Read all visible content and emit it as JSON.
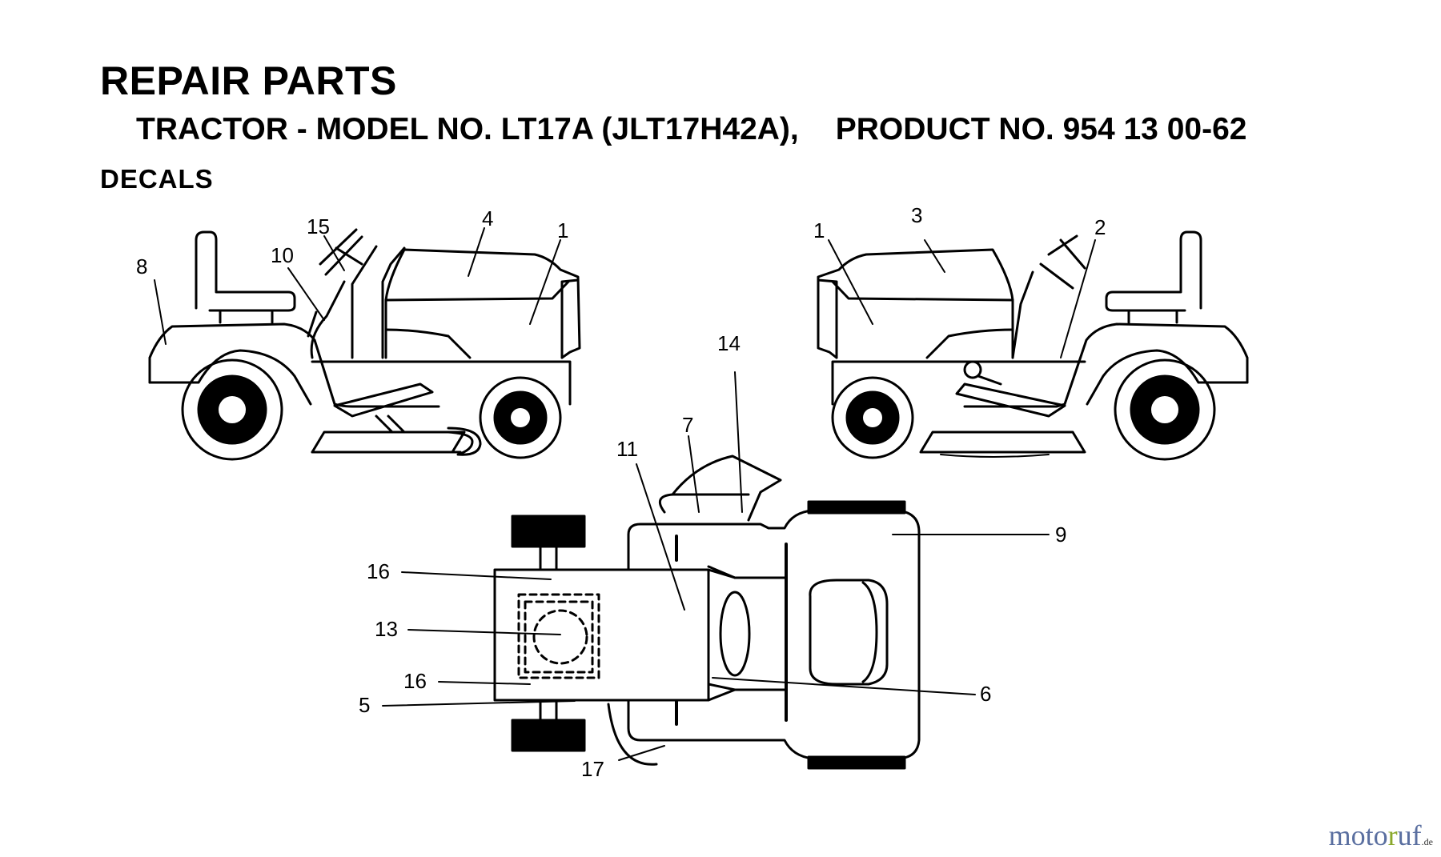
{
  "header": {
    "title": "REPAIR PARTS",
    "model": "TRACTOR - MODEL NO. LT17A (JLT17H42A),",
    "product": "PRODUCT NO. 954 13 00-62",
    "section": "DECALS"
  },
  "callouts": {
    "left_view": [
      "15",
      "4",
      "1",
      "10",
      "8"
    ],
    "right_view": [
      "1",
      "3",
      "2"
    ],
    "top_view": [
      "14",
      "7",
      "11",
      "9",
      "16",
      "13",
      "16",
      "5",
      "6",
      "17"
    ]
  },
  "watermark": {
    "part1": "moto",
    "part2": "r",
    "part3": "uf",
    "suffix": ".de"
  }
}
